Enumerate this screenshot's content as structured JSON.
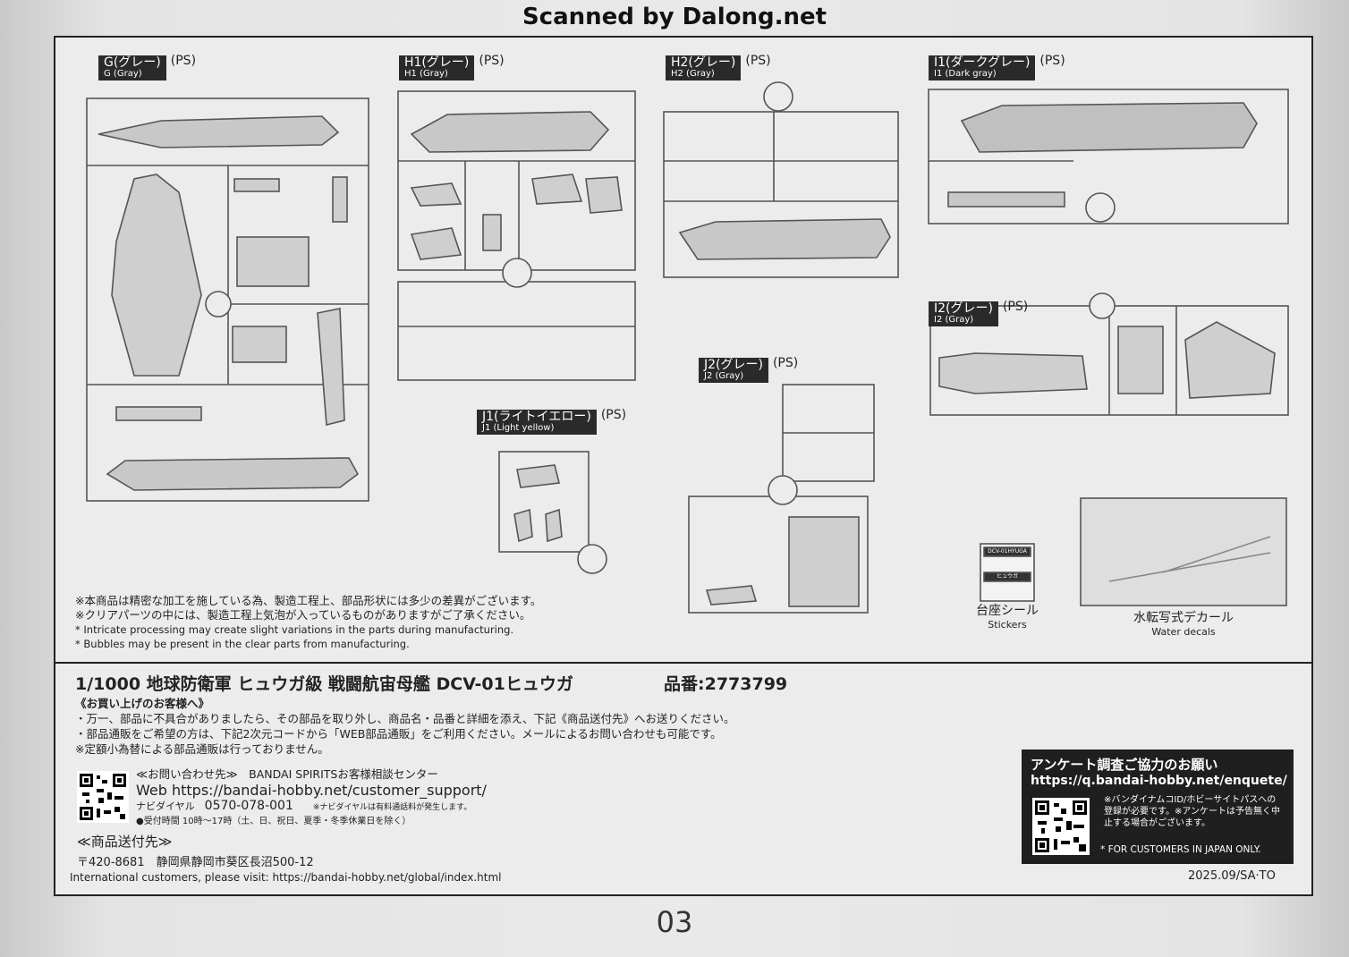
{
  "watermark": "Scanned by Dalong.net",
  "runners": {
    "G": {
      "jp": "G(グレー)",
      "en": "G (Gray)",
      "ps": "(PS)"
    },
    "H1": {
      "jp": "H1(グレー)",
      "en": "H1 (Gray)",
      "ps": "(PS)"
    },
    "H2": {
      "jp": "H2(グレー)",
      "en": "H2 (Gray)",
      "ps": "(PS)"
    },
    "I1": {
      "jp": "I1(ダークグレー)",
      "en": "I1 (Dark gray)",
      "ps": "(PS)"
    },
    "I2": {
      "jp": "I2(グレー)",
      "en": "I2 (Gray)",
      "ps": "(PS)"
    },
    "J2": {
      "jp": "J2(グレー)",
      "en": "J2 (Gray)",
      "ps": "(PS)"
    },
    "J1": {
      "jp": "J1(ライトイエロー)",
      "en": "J1 (Light yellow)",
      "ps": "(PS)"
    }
  },
  "stickers": {
    "jp": "台座シール",
    "en": "Stickers",
    "text1": "DCV-01HYUGA",
    "text2": "ヒュウガ"
  },
  "decals": {
    "jp": "水転写式デカール",
    "en": "Water decals"
  },
  "notes": [
    "※本商品は精密な加工を施している為、製造工程上、部品形状には多少の差異がございます。",
    "※クリアパーツの中には、製造工程上気泡が入っているものがありますがご了承ください。",
    "* Intricate processing may create slight variations in the parts during manufacturing.",
    "* Bubbles may be present in the clear parts from manufacturing."
  ],
  "product_title": "1/1000 地球防衛軍 ヒュウガ級 戦闘航宙母艦 DCV-01ヒュウガ",
  "part_number": "品番:2773799",
  "customer": {
    "heading": "《お買い上げのお客様へ》",
    "lines": [
      "・万一、部品に不具合がありましたら、その部品を取り外し、商品名・品番と詳細を添え、下記《商品送付先》へお送りください。",
      "・部品通販をご希望の方は、下記2次元コードから「WEB部品通販」をご利用ください。メールによるお問い合わせも可能です。",
      "※定額小為替による部品通販は行っておりません。"
    ]
  },
  "contact": {
    "line1": "≪お問い合わせ先≫　BANDAI SPIRITSお客様相談センター",
    "web": "Web https://bandai-hobby.net/customer_support/",
    "dial_label": "ナビダイヤル",
    "dial": "0570-078-001",
    "dial_note": "※ナビダイヤルは有料通話料が発生します。",
    "hours": "●受付時間 10時～17時（土、日、祝日、夏季・冬季休業日を除く）"
  },
  "shipping": {
    "heading": "≪商品送付先≫",
    "address": "〒420-8681　静岡県静岡市葵区長沼500-12"
  },
  "international": "International customers, please visit: https://bandai-hobby.net/global/index.html",
  "survey": {
    "title": "アンケート調査ご協力のお願い",
    "url": "https://q.bandai-hobby.net/enquete/",
    "note": "※バンダイナムコID/ホビーサイトパスへの登録が必要です。※アンケートは予告無く中止する場合がございます。",
    "japan_only": "* FOR CUSTOMERS IN JAPAN ONLY."
  },
  "date_code": "2025.09/SA·TO",
  "page_number": "03"
}
